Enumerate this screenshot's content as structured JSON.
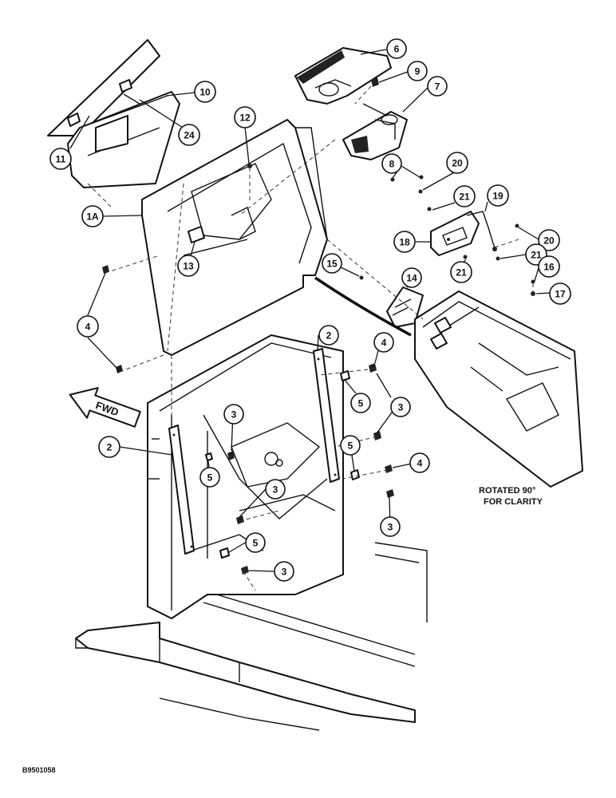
{
  "figure": {
    "orientation_arrow_label": "FWD",
    "rotation_note_line1": "ROTATED 90°",
    "rotation_note_line2": "FOR CLARITY",
    "reference_number": "B9501058"
  },
  "callouts": [
    {
      "id": "c6",
      "label": "6"
    },
    {
      "id": "c9",
      "label": "9"
    },
    {
      "id": "c10",
      "label": "10"
    },
    {
      "id": "c7",
      "label": "7"
    },
    {
      "id": "c12",
      "label": "12"
    },
    {
      "id": "c24",
      "label": "24"
    },
    {
      "id": "c11",
      "label": "11"
    },
    {
      "id": "c8",
      "label": "8"
    },
    {
      "id": "c20a",
      "label": "20"
    },
    {
      "id": "c21a",
      "label": "21"
    },
    {
      "id": "c19",
      "label": "19"
    },
    {
      "id": "c1A",
      "label": "1A"
    },
    {
      "id": "c18",
      "label": "18"
    },
    {
      "id": "c20b",
      "label": "20"
    },
    {
      "id": "c21b",
      "label": "21"
    },
    {
      "id": "c13",
      "label": "13"
    },
    {
      "id": "c21c",
      "label": "21"
    },
    {
      "id": "c15",
      "label": "15"
    },
    {
      "id": "c14",
      "label": "14"
    },
    {
      "id": "c16",
      "label": "16"
    },
    {
      "id": "c17",
      "label": "17"
    },
    {
      "id": "c4a",
      "label": "4"
    },
    {
      "id": "c2a",
      "label": "2"
    },
    {
      "id": "c4b",
      "label": "4"
    },
    {
      "id": "c5a",
      "label": "5"
    },
    {
      "id": "c3a",
      "label": "3"
    },
    {
      "id": "c3b",
      "label": "3"
    },
    {
      "id": "c2b",
      "label": "2"
    },
    {
      "id": "c5b",
      "label": "5"
    },
    {
      "id": "c5c",
      "label": "5"
    },
    {
      "id": "c4c",
      "label": "4"
    },
    {
      "id": "c3c",
      "label": "3"
    },
    {
      "id": "c3d",
      "label": "3"
    },
    {
      "id": "c5d",
      "label": "5"
    },
    {
      "id": "c3e",
      "label": "3"
    }
  ]
}
